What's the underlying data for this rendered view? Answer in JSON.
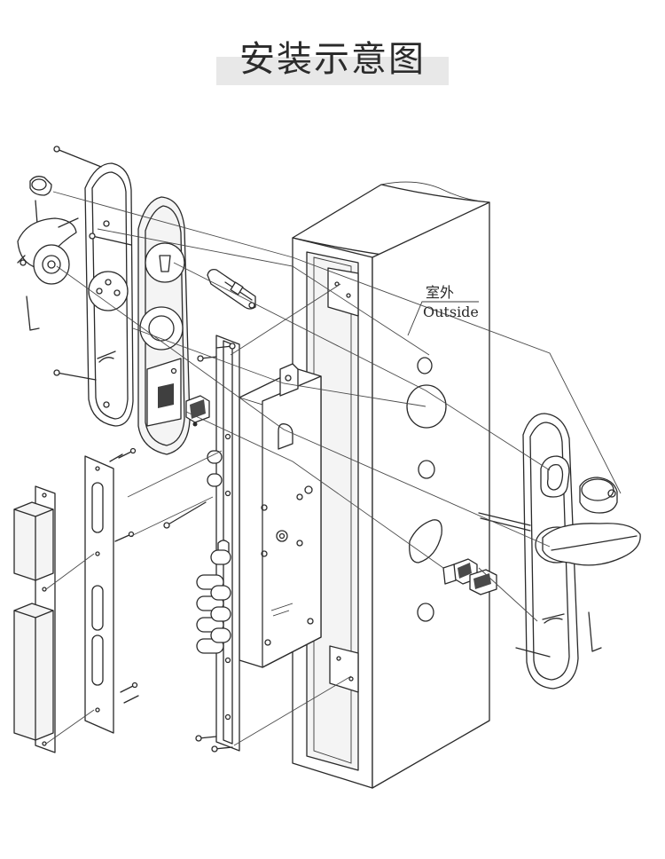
{
  "title": "安装示意图",
  "labels": {
    "outside_cn": "室外",
    "outside_en": "Outside"
  }
}
